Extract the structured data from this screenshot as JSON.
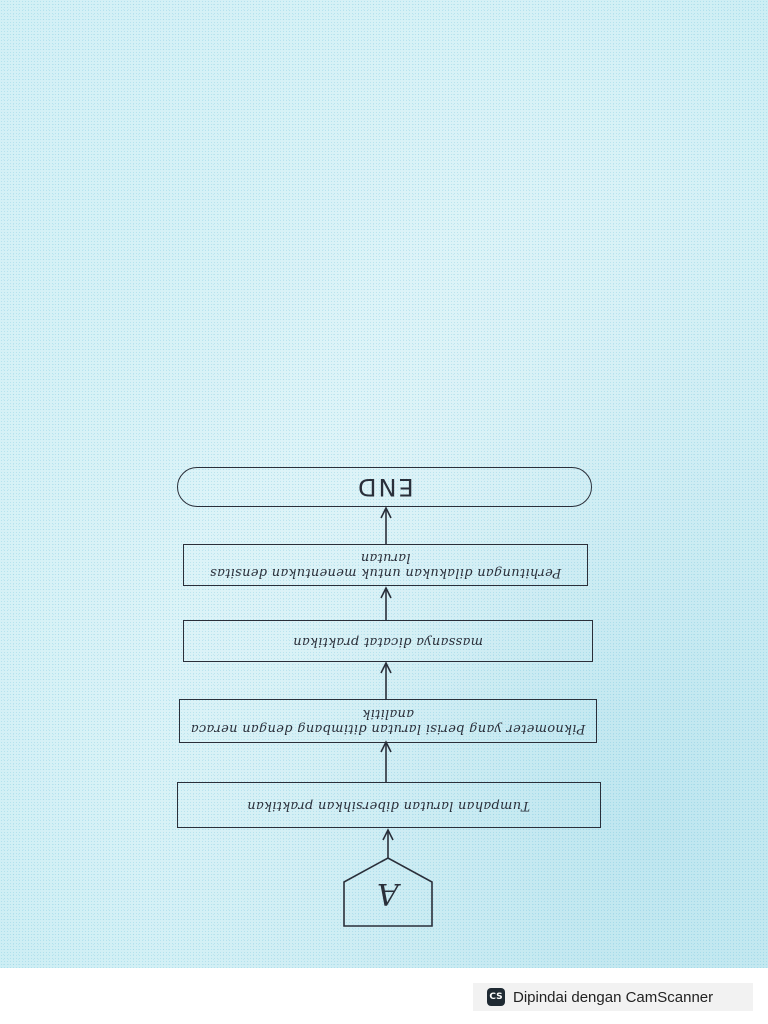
{
  "flowchart": {
    "terminal": {
      "label": "END"
    },
    "steps": [
      {
        "label": "Perhitungan dilakukan untuk menentukan densitas larutan"
      },
      {
        "label": "massanya dicatat praktikan"
      },
      {
        "label": "Piknometer yang berisi larutan ditimbang dengan neraca analitik"
      },
      {
        "label": "Tumpahan larutan dibersihkan praktikan"
      }
    ],
    "connector": {
      "label": "A"
    }
  },
  "footer": {
    "logo_text": "CS",
    "label": "Dipindai dengan CamScanner"
  },
  "colors": {
    "paper": "#cdeef4",
    "ink": "#2a2f3a"
  }
}
